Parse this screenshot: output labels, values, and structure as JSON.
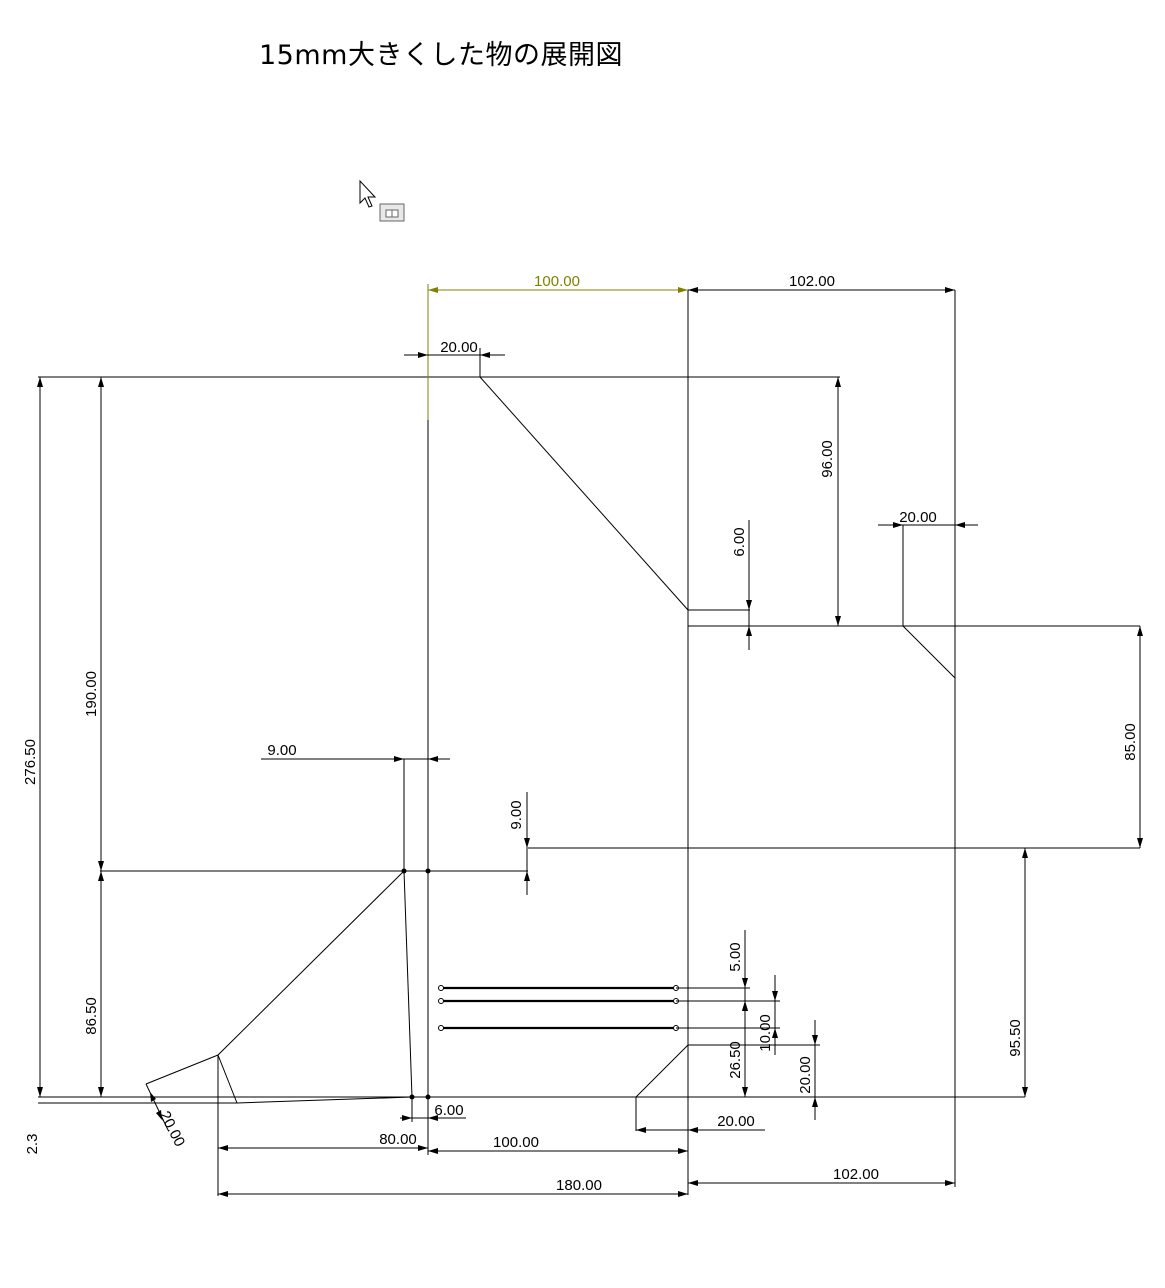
{
  "title": "15mm大きくした物の展開図",
  "icons": {
    "cursor": "mouse-pointer-icon",
    "cursor_badge": "window-select-icon"
  },
  "colors": {
    "line": "#000000",
    "selected_dimension": "#808000"
  },
  "dimensions": {
    "top_width_selected": "100.00",
    "top_width_right": "102.00",
    "top_notch_width": "20.00",
    "right_upper_height": "96.00",
    "right_small_gap": "6.00",
    "right_tab_width": "20.00",
    "right_panel_height": "85.00",
    "left_total_height": "276.50",
    "left_upper_height": "190.00",
    "left_lower_height": "86.50",
    "mid_offset_horizontal": "9.00",
    "mid_offset_vertical": "9.00",
    "slot_gap_1": "5.00",
    "slot_gap_2": "10.00",
    "slot_gap_3": "26.50",
    "corner_height": "20.00",
    "corner_width": "20.00",
    "right_lower_height": "95.50",
    "bottom_small_gap": "6.00",
    "bottom_left_width": "80.00",
    "bottom_mid_width": "100.00",
    "bottom_total_width": "180.00",
    "bottom_right_width": "102.00",
    "flap_angle_length": "20.00",
    "bottom_offset": "2.3"
  }
}
